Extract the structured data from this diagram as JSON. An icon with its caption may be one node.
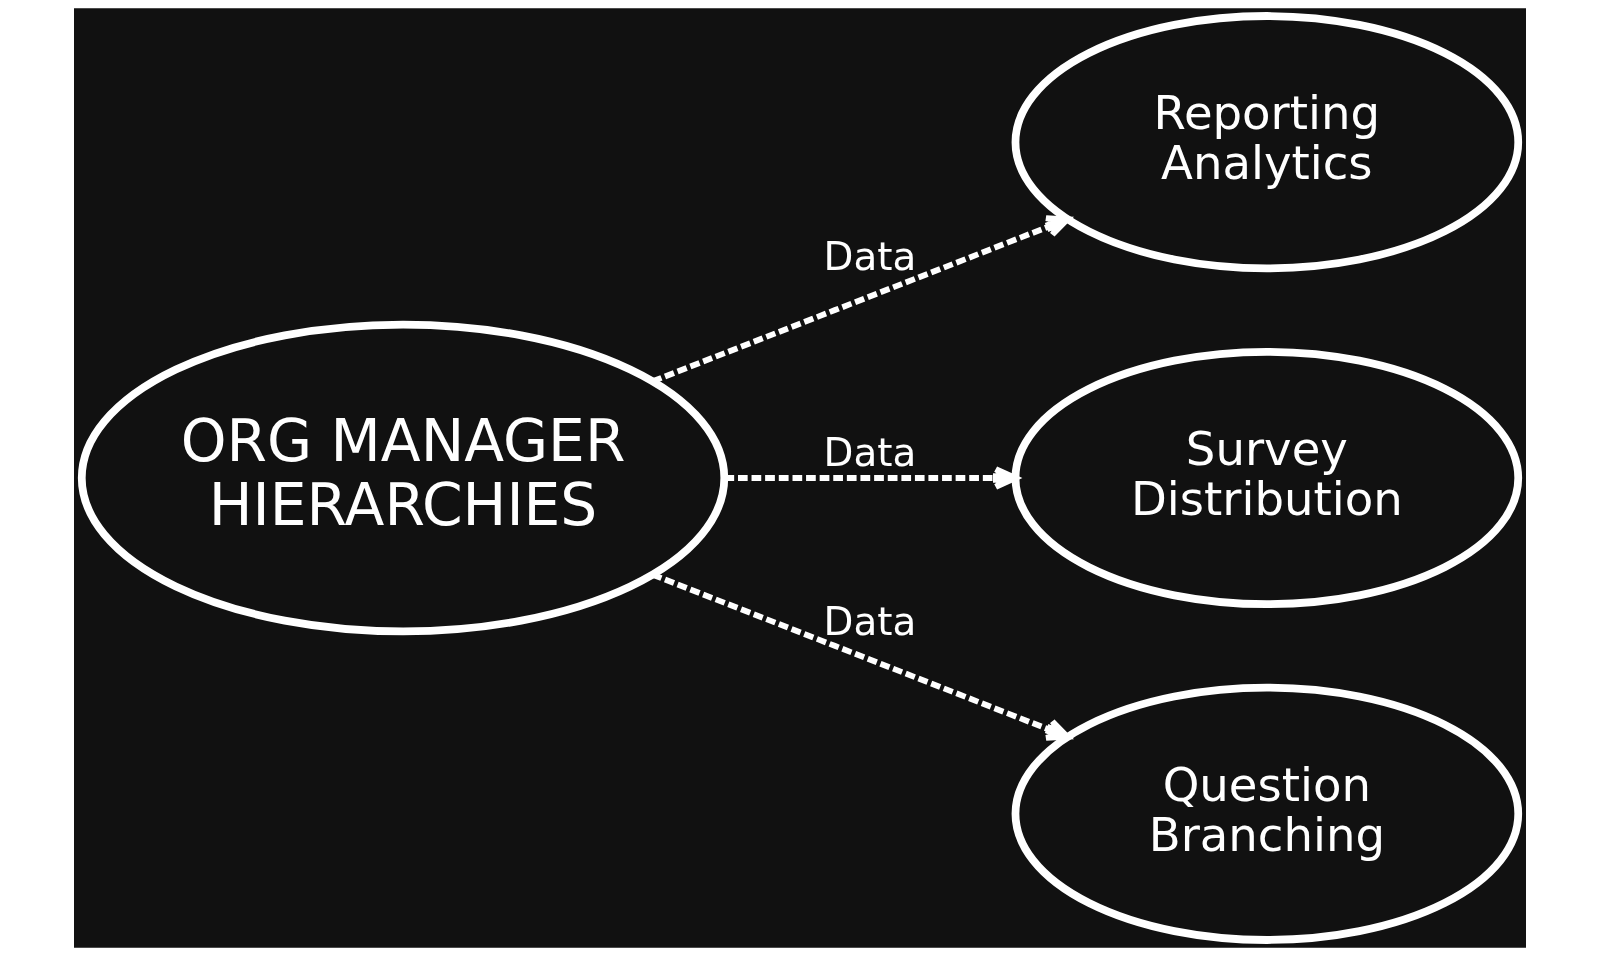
{
  "diagram": {
    "nodes": [
      {
        "text": [
          "ORG MANAGER HIERARCHIES"
        ]
      },
      {
        "text": [
          "Reporting Analytics"
        ]
      },
      {
        "text": [
          "Survey Distribution"
        ]
      },
      {
        "text": [
          "Question Branching"
        ]
      }
    ],
    "edges": [
      {
        "from": 0,
        "to": 1,
        "arrow": "to",
        "label": "Data",
        "style": "dashed"
      },
      {
        "from": 0,
        "to": 2,
        "arrow": "to",
        "label": "Data",
        "style": "dashed"
      },
      {
        "from": 0,
        "to": 3,
        "arrow": "to",
        "label": "Data",
        "style": "dashed"
      }
    ]
  }
}
